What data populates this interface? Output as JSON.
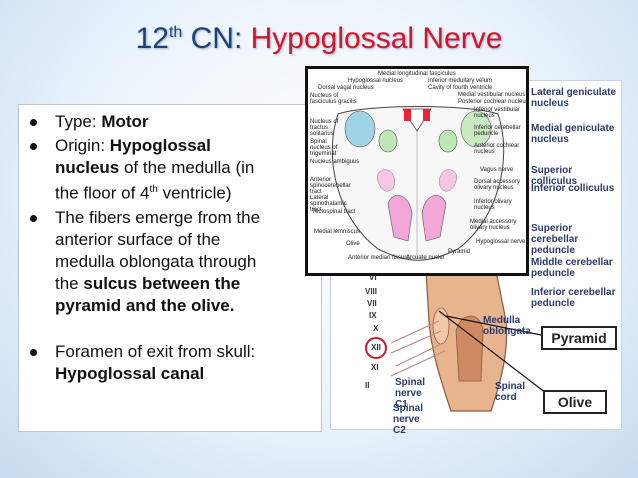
{
  "title": {
    "prefix": "12",
    "sup": "th",
    "mid": " CN: ",
    "red": "Hypoglossal Nerve"
  },
  "bullets": {
    "b1": {
      "a": "Type: ",
      "b": "Motor"
    },
    "b2": {
      "a": "Origin: ",
      "b": "Hypoglossal",
      "c": "nucleus",
      "d": " of the medulla (in",
      "e": "the floor of 4",
      "f": "th",
      "g": " ventricle)"
    },
    "b3": {
      "a": "The fibers emerge from the",
      "b": "anterior surface of the",
      "c": "medulla oblongata through",
      "d": "the ",
      "e": "sulcus between the",
      "f": "pyramid and the olive."
    },
    "b4": {
      "a": "Foramen of exit from skull:",
      "b": "Hypoglossal canal"
    }
  },
  "figure_labels": {
    "lat_gen": "Lateral geniculate nucleus",
    "med_gen": "Medial geniculate nucleus",
    "sup_coll": "Superior colliculus",
    "inf_coll": "Inferior colliculus",
    "sup_cer": "Superior cerebellar peduncle",
    "mid_cer": "Middle cerebellar peduncle",
    "inf_cer": "Inferior cerebellar peduncle",
    "medulla": "Medulla oblongata",
    "spinal_c1": "Spinal nerve C1",
    "spinal_c2": "Spinal nerve C2",
    "spinal_cord": "Spinal cord"
  },
  "cranial_numerals": [
    "VI",
    "VIII",
    "VII",
    "IX",
    "X",
    "XII",
    "XI",
    "II"
  ],
  "callouts": {
    "pyramid": "Pyramid",
    "olive": "Olive"
  },
  "inset_labels": {
    "mlf": "Medial longitudinal fasciculus",
    "hypo_nuc": "Hypoglossal nucleus",
    "inf_med_velum": "Inferior medullary velum",
    "dorsal_vagal": "Dorsal vagal nucleus",
    "cavity": "Cavity of fourth ventricle",
    "nuc_fasc": "Nucleus of fasciculus gracilis",
    "med_vest": "Medial vestibular nucleus",
    "post_coch": "Posterior cochlear nucleus",
    "inf_vest": "Inferior vestibular nucleus",
    "inf_cer": "Inferior cerebellar peduncle",
    "ant_coch": "Anterior cochlear nucleus",
    "vagus": "Vagus nerve",
    "dorsal_acc": "Dorsal accessory olivary nucleus",
    "inf_olive": "Inferior olivary nucleus",
    "med_acc": "Medial accessory olivary nucleus",
    "hypo_nerve": "Hypoglossal nerve",
    "pyramid": "Pyramid",
    "arcuate": "Arcuate nuclei",
    "ant_med": "Anterior median fissure",
    "olive": "Olive",
    "med_lem": "Medial lemniscus",
    "tecto": "Tectospinal tract",
    "lat_spino": "Lateral spinothalamic tract",
    "ant_spino": "Anterior spinocerebellar tract",
    "nuc_amb": "Nucleus ambiguus",
    "spinal_nuc": "Spinal nucleus of trigeminal",
    "nuc_solit": "Nucleus of tractus solitarius"
  }
}
